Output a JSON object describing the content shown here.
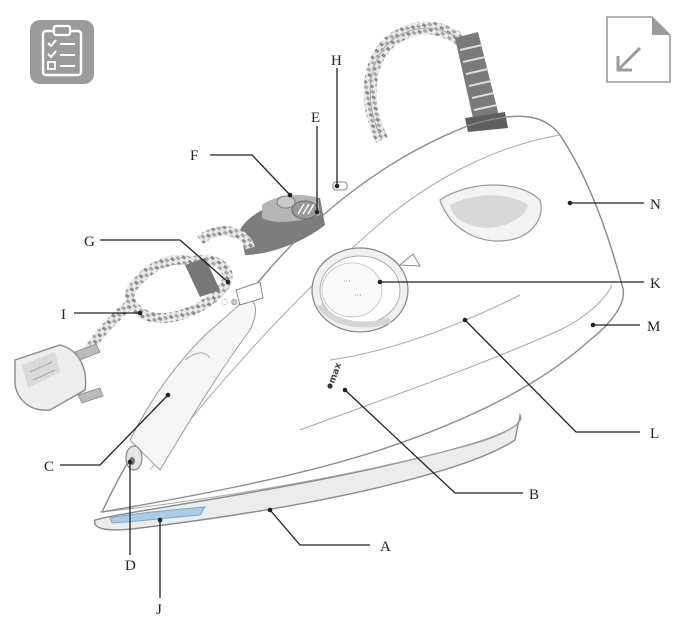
{
  "icons": {
    "checklist": "checklist-icon",
    "corner": "arrow-down-left-icon"
  },
  "colors": {
    "leader": "#222222",
    "outline": "#8a8a8a",
    "water_window": "#a9cde6",
    "icon_bg": "#9b9b9b"
  },
  "dial": {
    "max_mark": "max"
  },
  "labels": {
    "A": "A",
    "B": "B",
    "C": "C",
    "D": "D",
    "E": "E",
    "F": "F",
    "G": "G",
    "H": "H",
    "I": "I",
    "J": "J",
    "K": "K",
    "L": "L",
    "M": "M",
    "N": "N"
  }
}
